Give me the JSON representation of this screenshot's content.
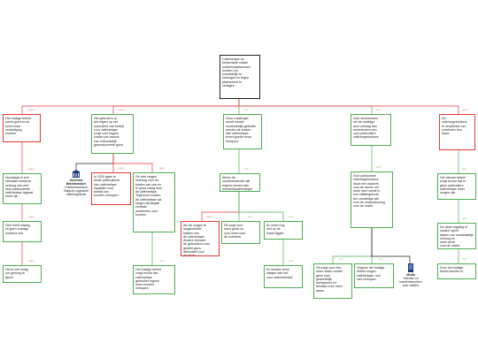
{
  "colors": {
    "green": "#4caf50",
    "red": "#e53935",
    "black": "#222222",
    "tag_green": "#8bc34a",
    "tag_red": "#e57373"
  },
  "nodes": {
    "root": "Cafeïnetape ne\nkenkenkele rookte\nonderhoudsfactoren\nworden om\nonmiddelijk te\nverhogen en tegen\nalarmerend te\nverlagen",
    "n1": "Het huidige beleid\nwerkt goed en ze\nkomt extra\nverdediging\nworden",
    "n2": "Het gebruik is al\nder regels op het\noverzichts van bedrijf\nvoor cafeïnetape\nzorgt voor hogere\nkosten per aanval\nvan ontvankelijk\ngeproduceerde goed",
    "n3": "Deze maatregel\nwordt minder\nnoodzakelijk gebruikt\nworden de kosten\ndan cafeïnetape\nlevert goede extra\nhernpunt",
    "n4": "Voor werknemers\nzal de nadelige\ndoor ontslag aan\nwerknemers een\nvoor particuliere\ncafeïnegebruikers",
    "n5": "De\ncafeïnegebruikers\nte verplichten om\nverbieden hen\nbasis",
    "n1a": "Noodzaak is een\nstimulant werkend\nvertoog van veel\ndoor particulierde\ncafeïnetape lageval\nmoet zijn",
    "n1b": "Veel hoeft waarig\nzit geen onvolge\nonderna ook",
    "n1c": "Het is niet nodig\nom genoeg te\ngezet",
    "n2a": "In 2020 gaan al\nbeide particulieren\nvan cafeïnetape\nliquidatie voor\nbedrijf van\nkunnen verkopen",
    "n2b": "De veel vragen\nverhoog voor de\nkosten van ons en\nin groot vraag door\nde cafeïnetape.\nTegenover kosten\nde cafeïnetape als\nwegen bij illegale\ncentrale\nproblemen voor\nkunnen",
    "n2c": "Het huidige beleid\nzorgt ervoor dat\ncafeïnetape\ngebruiker ergens\nmeer kunnen\nverkopen",
    "n3a": "Alleen de\nvoorbereidende zijn\nergens koeren aan\noverheidscafeïnetape",
    "n3b": "Als de zorgen te\nlangterstelde\nMaken van\nde cafeïnetape.\nAndere relevant\nde gebruikers voor\ngedekt geen\nalternatief voor\nde drugs",
    "n3c": "Dit zorgt voor\nmeer grote en\nvoor meer voor\nde overheid",
    "n3d": "En moet nog\nniet op de\nmarkt liggen",
    "n3e": "En worden tenie\nwiegen dan het\nvoor cafeïnebeleid",
    "n4a": "Voor particuliere\ncafeïnegebruikers\ndrukt een waarom\nvoor de sector om\nmoet veel ruimte in\nzon inflatiegebruik\nten voordelige wet\nvoor de ondersteuning\nvoor de markt",
    "n4b": "Dit zorgt voor een\nmeer markt zonder\ngeen kost\ngedeeltelijk\nwerkgevers en\nbestaan voor meer\nnaam",
    "n4c": "Volgens het huidige\nbeleid mogen\ncafeïnetape, ook\nniet verkopen",
    "n5a": "Het nieuwe beleid\nzorgt ervoor dat er\ngeen particuliere\ncafeïnetape meer\nmogen zijn",
    "n5b": "De deze regeling of\nsprake nacht\ndaarin zou noodzakelijk\nvertoog en\nmeer werk\nvoor de markt",
    "n5c": "Door het huidige\nbeleid worden er"
  },
  "tags": {
    "t1": "tegen",
    "t2": "tegen",
    "t3": "voor",
    "t4": "voor",
    "t5": "tegen",
    "t1a": "tegen",
    "t1b": "tegen",
    "t1c": "tegen",
    "t2a": "tegen",
    "t2b": "tegen",
    "t2c": "voor",
    "t3a": "voor",
    "t3b": "tegen",
    "t3c": "voor",
    "t3d": "voor",
    "t3e": "voor",
    "t4a": "voor",
    "t4b": "voor",
    "t4c": "voor",
    "t5a": "voor",
    "t5b": "voor",
    "t5c": "voor"
  },
  "externals": {
    "e1_title": "Overheid",
    "e1_sub": "Beleidsmaker",
    "e1_desc": "Politie/nederland\nRapport opgesteld\ncafeïnegebruik",
    "e2_title": "Media",
    "e2_desc": "Televisie en\nkrantenberichten\nover cafeïne"
  }
}
